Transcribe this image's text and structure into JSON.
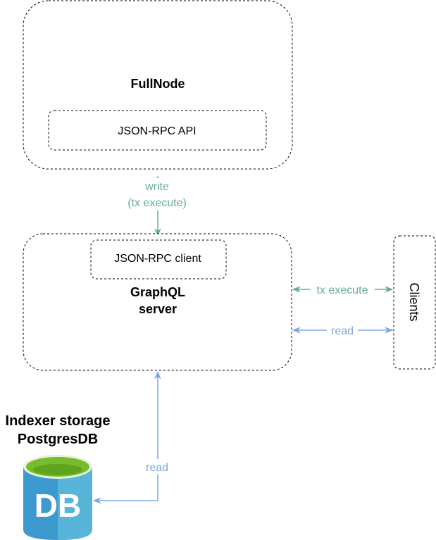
{
  "fullnode": {
    "title": "FullNode",
    "api_label": "JSON-RPC API"
  },
  "write_edge": {
    "line1": "write",
    "line2": "(tx execute)",
    "color": "#67AB9F"
  },
  "graphql": {
    "client_label": "JSON-RPC client",
    "title_line1": "GraphQL",
    "title_line2": "server"
  },
  "clients": {
    "label": "Clients"
  },
  "client_edges": {
    "tx_label": "tx execute",
    "read_label": "read",
    "tx_color": "#67AB9F",
    "read_color": "#7EA6E0"
  },
  "indexer": {
    "title_line1": "Indexer storage",
    "title_line2": "PostgresDB",
    "db_text": "DB",
    "colors": {
      "body": "#3D9AD1",
      "body_light": "#59B4D9",
      "top": "#76BC2D",
      "top_inner": "#5FA41F"
    }
  },
  "db_edge": {
    "label": "read",
    "color": "#7EA6E0"
  }
}
